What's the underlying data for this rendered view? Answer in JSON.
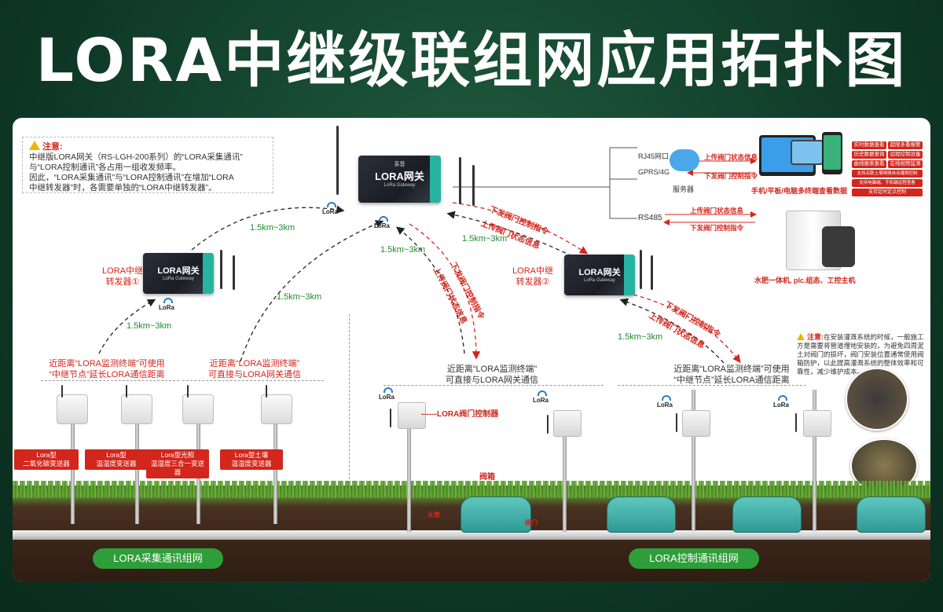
{
  "title": "LORA中继级联组网应用拓扑图",
  "note_left": {
    "head": "注意:",
    "line1": "中继版LORA网关（RS-LGH-200系列）的“LORA采集通讯”",
    "line2": "与“LORA控制通讯”各占用一组收发频率。",
    "line3": "因此，“LORA采集通讯”与“LORA控制通讯”在增加“LORA",
    "line4": "中继转发器”时，各需要单独的“LORA中继转发器”。"
  },
  "gateway": {
    "brand": "系音",
    "name": "LORA网关",
    "sub": "LoRa Gateway",
    "badge": "LoRa"
  },
  "relay1": {
    "label_line1": "LORA中继",
    "label_line2": "转发器①",
    "name": "LORA网关",
    "sub": "LoRa Gateway",
    "badge": "LoRa"
  },
  "relay2": {
    "label_line1": "LORA中继",
    "label_line2": "转发器②",
    "name": "LORA网关",
    "sub": "LoRa Gateway"
  },
  "distances": {
    "d1": "1.5km~3km",
    "d2": "1.5km~3km",
    "d3": "1.5km~3km",
    "d4": "1.5km~3km",
    "d5": "1.5km~3km",
    "d6": "1.5km~3km"
  },
  "commands": {
    "down1": "下发阀门控制指令",
    "up1": "上传阀门状态信息",
    "down2": "下发阀门控制指令",
    "up2": "上传阀门状态信息",
    "down3": "下发阀门控制指令",
    "up3": "上传阀门状态信息"
  },
  "right_system": {
    "rj45": "RJ45网口",
    "gprs": "GPRS/4G",
    "rs485": "RS485",
    "server": "服务器",
    "up_status": "上传阀门状态信息",
    "down_cmd": "下发阀门控制指令",
    "up_status2": "上传阀门状态信息",
    "down_cmd2": "下发阀门控制指令",
    "devices_label": "手机/平板/电脑多终端查看数据",
    "fertigation_label": "水肥一体机, plc.组态、工控主机",
    "features": [
      "实时数据查看",
      "超限多重报警",
      "历史数据查询",
      "远程控制设备",
      "曲线报表查看",
      "在线视频监测",
      "支持关联土壤墒情自动灌溉控制",
      "支持电脑端、手机端远程查看",
      "支持定时定点控制"
    ]
  },
  "collect_side": {
    "left_note_line1": "近距离“LORA监测终端”可使用",
    "left_note_line2": "“中继节点”延长LORA通信距离",
    "right_note_line1": "近距离“LORA监测终端”",
    "right_note_line2": "可直接与LORA网关通信",
    "sensors": [
      {
        "line1": "Lora型",
        "line2": "二氧化碳变送器"
      },
      {
        "line1": "Lora型",
        "line2": "温湿度变送器"
      },
      {
        "line1": "Lora型光照",
        "line2": "温湿度三合一变送器"
      },
      {
        "line1": "Lora型土壤",
        "line2": "温湿度变送器"
      }
    ],
    "network": "LORA采集通讯组网"
  },
  "control_side": {
    "left_note_line1": "近距离“LORA监测终端”",
    "left_note_line2": "可直接与LORA网关通信",
    "right_note_line1": "近距离“LORA监测终端”可使用",
    "right_note_line2": "“中继节点”延长LORA通信距离",
    "controller_label": "------LORA阀门控制器",
    "valve_box": "阀箱",
    "water_pipe": "水管",
    "valve": "阀门",
    "network": "LORA控制通讯组网"
  },
  "note_right": {
    "head": "注意:",
    "text": "在安装灌溉系统的时候，一般施工方是需要将管道埋地安装的，为避免四周泥土对阀门的损坏，阀门安装位置通常使用阀箱防护，以此提高灌溉系统的整体效率和可靠性，减少维护成本。"
  },
  "lora_badge": "LoRa"
}
